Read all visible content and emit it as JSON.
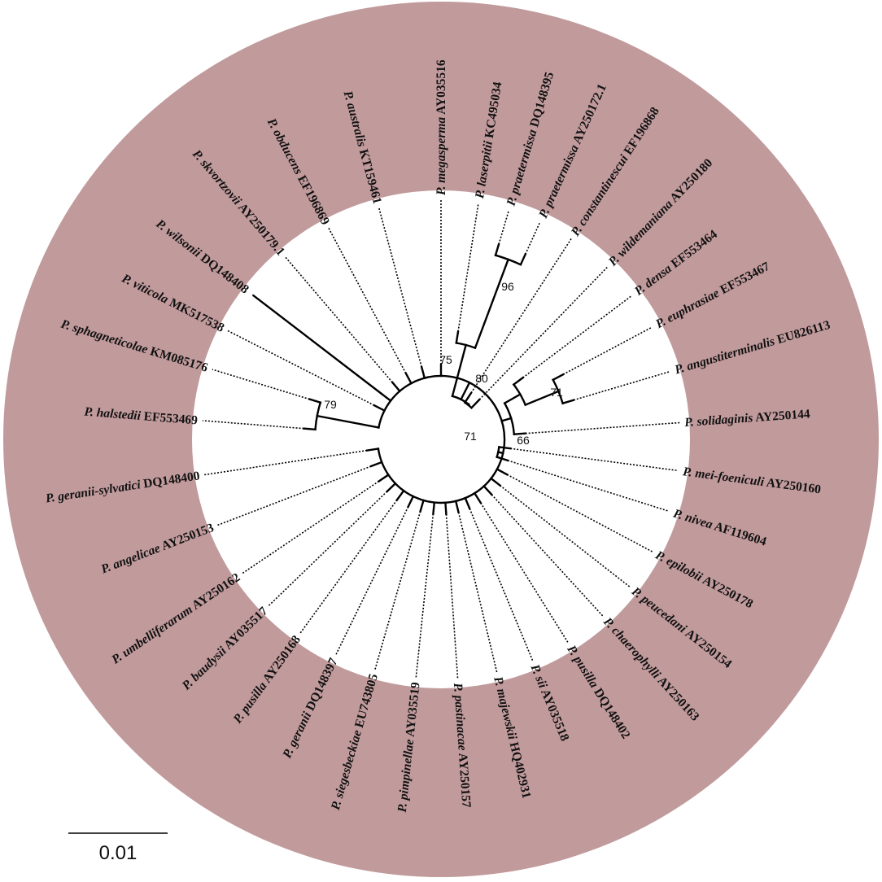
{
  "colors": {
    "ring": "#c19a9c",
    "inner": "#ffffff",
    "line": "#000000"
  },
  "scale_bar": {
    "label": "0.01"
  },
  "taxa": [
    {
      "genus": "P.",
      "species": "megasperma",
      "acc": "AY035516",
      "angle": -90.0
    },
    {
      "genus": "P.",
      "species": "laserpitii",
      "acc": "KC495034",
      "angle": -81.0
    },
    {
      "genus": "P.",
      "species": "praetermissa",
      "acc": "DQ148395",
      "angle": -73.5
    },
    {
      "genus": "P.",
      "species": "praetermissa",
      "acc": "AY250172.1",
      "angle": -65.5
    },
    {
      "genus": "P.",
      "species": "constantinescui",
      "acc": "EF196868",
      "angle": -57.0
    },
    {
      "genus": "P.",
      "species": "wildemaniana",
      "acc": "AY250180",
      "angle": -46.0
    },
    {
      "genus": "P.",
      "species": "densa",
      "acc": "EF553464",
      "angle": -37.0
    },
    {
      "genus": "P.",
      "species": "euphrasiae",
      "acc": "EF553467",
      "angle": -28.0
    },
    {
      "genus": "P.",
      "species": "angustiterminalis",
      "acc": "EU826113",
      "angle": -16.5
    },
    {
      "genus": "P.",
      "species": "solidaginis",
      "acc": "AY250144",
      "angle": -4.0
    },
    {
      "genus": "P.",
      "species": "mei-foeniculi",
      "acc": "AY250160",
      "angle": 7.5
    },
    {
      "genus": "P.",
      "species": "nivea",
      "acc": "AF119604",
      "angle": 17.5
    },
    {
      "genus": "P.",
      "species": "epilobii",
      "acc": "AY250178",
      "angle": 28.0
    },
    {
      "genus": "P.",
      "species": "peucedani",
      "acc": "AY250154",
      "angle": 38.0
    },
    {
      "genus": "P.",
      "species": "chaerophylli",
      "acc": "AY250163",
      "angle": 47.5
    },
    {
      "genus": "P.",
      "species": "pusilla",
      "acc": "DQ148402",
      "angle": 58.0
    },
    {
      "genus": "P.",
      "species": "sii",
      "acc": "AY035518",
      "angle": 67.5
    },
    {
      "genus": "P.",
      "species": "majewskii",
      "acc": "HQ402931",
      "angle": 76.5
    },
    {
      "genus": "P.",
      "species": "pastinacae",
      "acc": "AY250157",
      "angle": 86.0
    },
    {
      "genus": "P.",
      "species": "pimpinellae",
      "acc": "AY035519",
      "angle": 96.0
    },
    {
      "genus": "P.",
      "species": "siegesbeckiae",
      "acc": "EU743805",
      "angle": 106.0
    },
    {
      "genus": "P.",
      "species": "geranii",
      "acc": "DQ148397",
      "angle": 116.0
    },
    {
      "genus": "P.",
      "species": "pusilla",
      "acc": "AY250168",
      "angle": 126.0
    },
    {
      "genus": "P.",
      "species": "baudysii",
      "acc": "AY035517",
      "angle": 136.0
    },
    {
      "genus": "P.",
      "species": "umbelliferarum",
      "acc": "AY250162",
      "angle": 146.0
    },
    {
      "genus": "P.",
      "species": "angelicae",
      "acc": "AY250153",
      "angle": 159.0
    },
    {
      "genus": "P.",
      "species": "geranii-sylvatici",
      "acc": "DQ148400",
      "angle": 171.5
    },
    {
      "genus": "P.",
      "species": "halstedii",
      "acc": "EF553469",
      "angle": -175.5
    },
    {
      "genus": "P.",
      "species": "sphagneticolae",
      "acc": "KM085176",
      "angle": -163.0
    },
    {
      "genus": "P.",
      "species": "viticola",
      "acc": "MK517538",
      "angle": -153.0
    },
    {
      "genus": "P.",
      "species": "wilsonii",
      "acc": "DQ148408",
      "angle": -142.5
    },
    {
      "genus": "P.",
      "species": "skvortzovii",
      "acc": "AY250179.1",
      "angle": -130.5
    },
    {
      "genus": "P.",
      "species": "obducens",
      "acc": "EF196869",
      "angle": -118.0
    },
    {
      "genus": "P.",
      "species": "australis",
      "acc": "KT159461",
      "angle": -105.0
    }
  ],
  "bootstrap": [
    {
      "value": "96"
    },
    {
      "value": "75"
    },
    {
      "value": "80"
    },
    {
      "value": "71"
    },
    {
      "value": "66"
    },
    {
      "value": "71"
    },
    {
      "value": "79"
    }
  ]
}
